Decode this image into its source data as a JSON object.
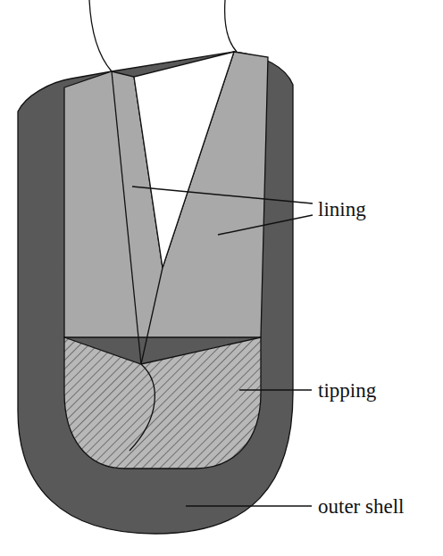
{
  "diagram": {
    "labels": [
      "lining",
      "tipping",
      "outer shell"
    ]
  }
}
